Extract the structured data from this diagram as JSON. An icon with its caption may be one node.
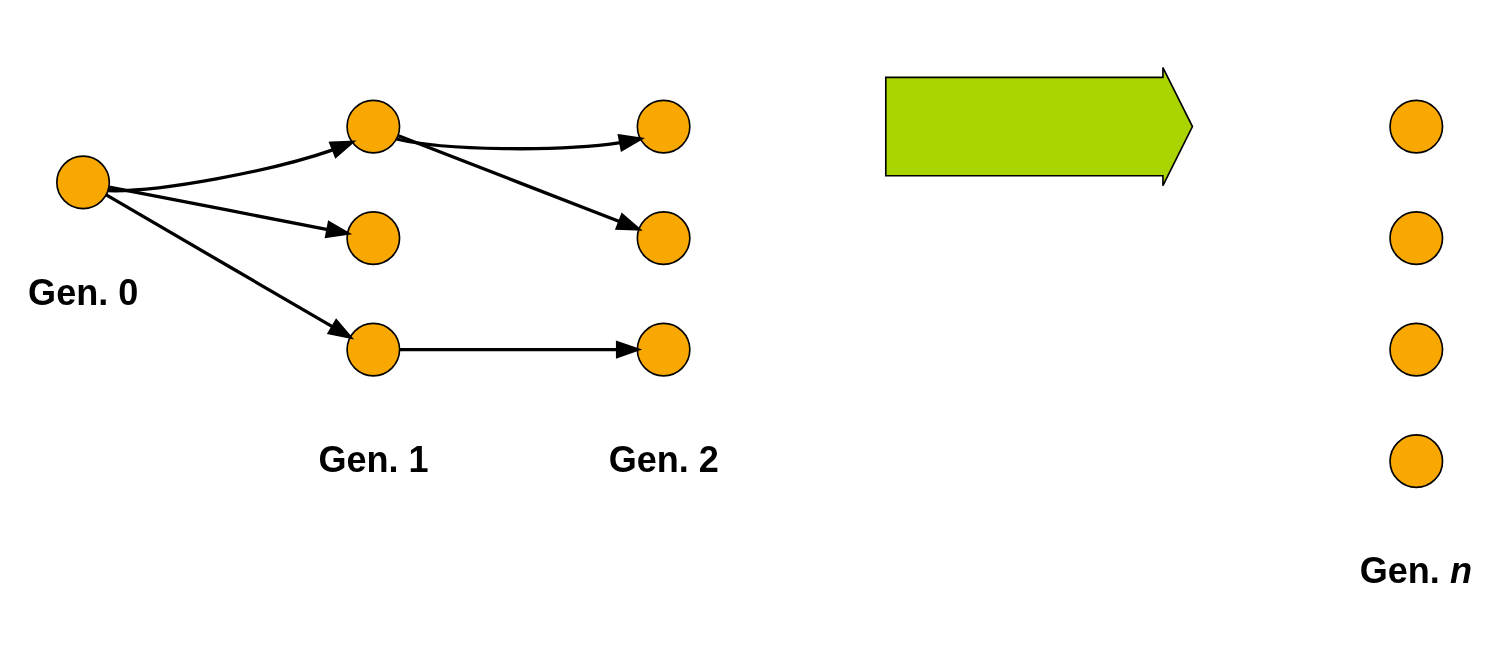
{
  "diagram": {
    "nodes": [
      {
        "text": [],
        "shape": "circle"
      },
      {
        "text": [],
        "shape": "circle"
      },
      {
        "text": [],
        "shape": "circle"
      },
      {
        "text": [],
        "shape": "circle"
      },
      {
        "text": [],
        "shape": "circle"
      },
      {
        "text": [],
        "shape": "circle"
      },
      {
        "text": [],
        "shape": "circle"
      },
      {
        "text": [],
        "shape": "arrow"
      },
      {
        "text": [],
        "shape": "circle"
      },
      {
        "text": [],
        "shape": "circle"
      },
      {
        "text": [],
        "shape": "circle"
      },
      {
        "text": [],
        "shape": "circle"
      }
    ],
    "edges": [
      {
        "from": 0,
        "to": 1,
        "arrow": "to"
      },
      {
        "from": 0,
        "to": 2,
        "arrow": "to"
      },
      {
        "from": 0,
        "to": 3,
        "arrow": "to"
      },
      {
        "from": 1,
        "to": 4,
        "arrow": "to"
      },
      {
        "from": 1,
        "to": 5,
        "arrow": "to"
      },
      {
        "from": 3,
        "to": 6,
        "arrow": "to"
      }
    ],
    "labels": [
      "Gen. 0",
      "Gen. 1",
      "Gen. 2",
      "Gen. *n*"
    ]
  }
}
